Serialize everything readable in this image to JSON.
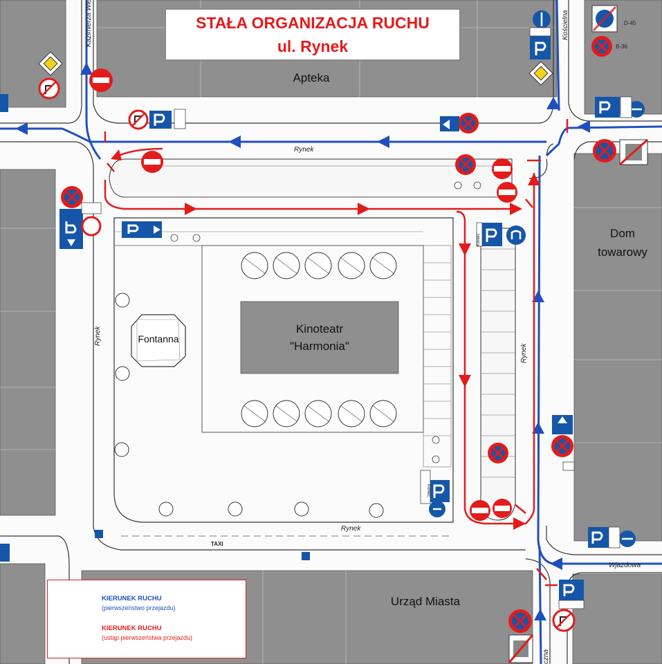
{
  "title": {
    "line1": "STAŁA ORGANIZACJA RUCHU",
    "line2": "ul. Rynek"
  },
  "buildings": {
    "apteka": "Apteka",
    "dom_line1": "Dom",
    "dom_line2": "towarowy",
    "kino_line1": "Kinoteatr",
    "kino_line2": "\"Harmonia\"",
    "fontanna": "Fontanna",
    "urzad": "Urząd Miasta"
  },
  "streets": {
    "rynek": "Rynek",
    "kazimierza": "Kazimierza Wie",
    "koscielna": "Kościelna",
    "wjazdowa": "Wjazdowa",
    "czna": "czna",
    "taxi": "TAXI"
  },
  "legend": {
    "blue_title": "KIERUNEK RUCHU",
    "blue_sub": "(pierwszeństwo przejazdu)",
    "red_title": "KIERUNEK RUCHU",
    "red_sub": "(ustąp pierwszeństwa przejazdu)"
  },
  "sign_codes": {
    "d45": "D-45",
    "b36": "B-36",
    "koniec": "Koniec"
  },
  "colors": {
    "priority_route": "#1f4fbf",
    "yield_route": "#e31b1b",
    "building": "#8f8f8f",
    "sign_blue": "#1656a8"
  }
}
